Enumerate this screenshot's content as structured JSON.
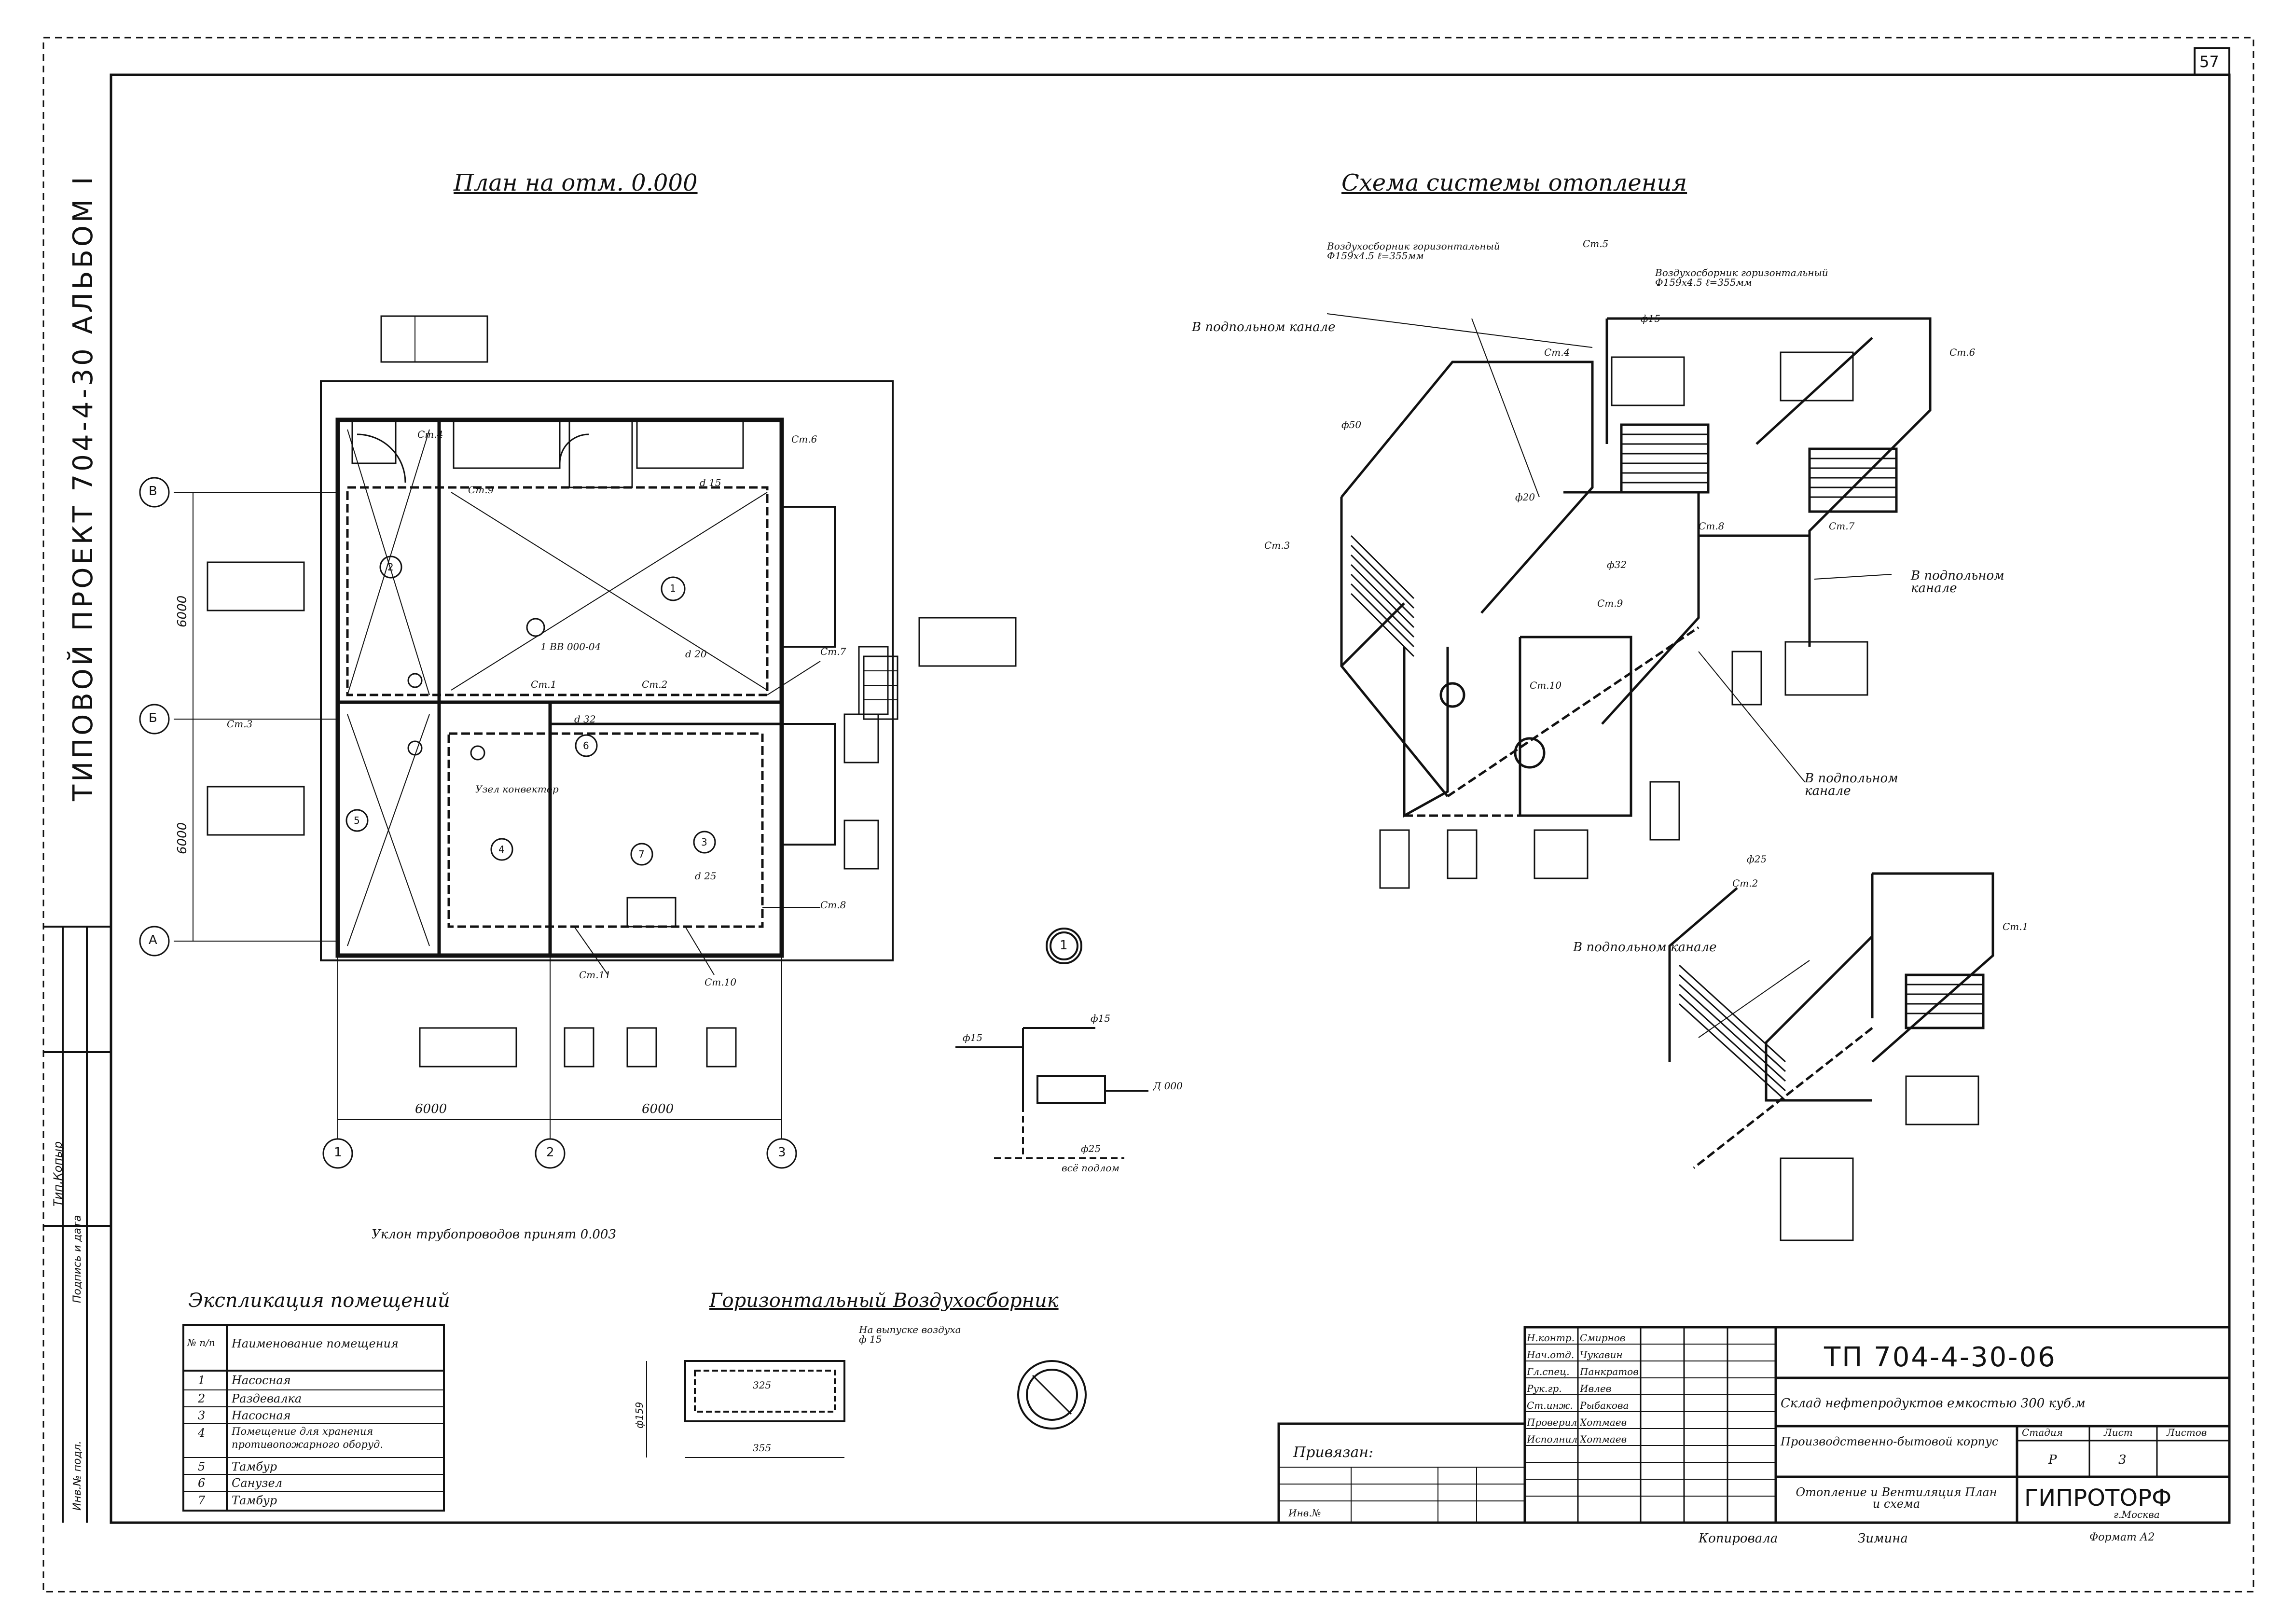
{
  "sheet_number": "57",
  "side_title": "ТИПОВОЙ ПРОЕКТ 704-4-30 АЛЬБОМ I",
  "side_stamp_1": "Тип.Копыр",
  "side_stamp_2": "Инв.№ подл.",
  "side_stamp_3": "Подпись и дата",
  "plan": {
    "title": "План на отм. 0.000",
    "axes_letters": [
      "В",
      "Б",
      "А"
    ],
    "axes_numbers": [
      "1",
      "2",
      "3"
    ],
    "dim_6000_a": "6000",
    "dim_6000_b": "6000",
    "dim_vert_top": "6000",
    "dim_vert_bot": "6000",
    "room_numbers": [
      "1",
      "2",
      "3",
      "4",
      "5",
      "6",
      "7"
    ],
    "riser_labels": [
      "Ст.1",
      "Ст.2",
      "Ст.3",
      "Ст.4",
      "Ст.6",
      "Ст.7",
      "Ст.8",
      "Ст.9",
      "Ст.10",
      "Ст.11"
    ],
    "notes": [
      "1 ВВ 000-04",
      "Узел конвектор",
      "d 15",
      "d 20",
      "d 25",
      "d 32"
    ],
    "slope_note": "Уклон трубопроводов принят 0.003"
  },
  "scheme": {
    "title": "Схема системы отопления",
    "air_collector_1": "Воздухосборник горизонтальный Ф159х4.5 ℓ=355мм",
    "air_collector_2": "Воздухосборник горизонтальный Ф159х4.5 ℓ=355мм",
    "channel_1": "В подпольном канале",
    "channel_2": "В подпольном канале",
    "channel_3": "В подпольном канале",
    "channel_4": "В подпольном канале",
    "risers": [
      "Ст.5",
      "Ст.4",
      "Ст.6",
      "Ст.3",
      "Ст.7",
      "Ст.8",
      "Ст.9",
      "Ст.10",
      "Ст.2",
      "Ст.1"
    ],
    "diameters": [
      "ф50",
      "ф32",
      "ф25",
      "ф20",
      "ф15"
    ]
  },
  "detail": {
    "label": "1",
    "d15_a": "ф15",
    "d15_b": "ф15",
    "note1": "Д 000",
    "d25": "ф25",
    "note2": "всё подлом"
  },
  "explication": {
    "title": "Экспликация помещений",
    "headers": [
      "№ п/п",
      "Наименование помещения"
    ],
    "rows": [
      [
        "1",
        "Насосная"
      ],
      [
        "2",
        "Раздевалка"
      ],
      [
        "3",
        "Насосная"
      ],
      [
        "4",
        "Помещение для хранения противопожарного оборуд."
      ],
      [
        "5",
        "Тамбур"
      ],
      [
        "6",
        "Санузел"
      ],
      [
        "7",
        "Тамбур"
      ]
    ]
  },
  "collector": {
    "title": "Горизонтальный Воздухосборник",
    "note": "На выпуске воздуха ф 15",
    "dim1": "325",
    "dim2": "355",
    "dim3": "ф159"
  },
  "title_block": {
    "code": "ТП 704-4-30-06",
    "line1": "Склад нефтепродуктов емкостью 300 куб.м",
    "line2": "Производственно-бытовой корпус",
    "line3": "Отопление и Вентиляция План и схема",
    "org": "ГИПРОТОРФ",
    "city": "г.Москва",
    "stage_header": "Стадия",
    "sheet_header": "Лист",
    "sheets_header": "Листов",
    "stage": "Р",
    "sheet": "3",
    "bound_label": "Привязан:",
    "inv_label": "Инв.№",
    "copied": "Копировала",
    "copier": "Зимина",
    "format": "Формат А2",
    "roles": [
      "Н.контр.",
      "Нач.отд.",
      "Гл.спец.",
      "Рук.гр.",
      "Ст.инж.",
      "Проверил",
      "Исполнил"
    ],
    "names": [
      "Смирнов",
      "Чукавин",
      "Панкратов",
      "Ивлев",
      "Рыбакова",
      "Хотмаев",
      "Хотмаев"
    ]
  }
}
